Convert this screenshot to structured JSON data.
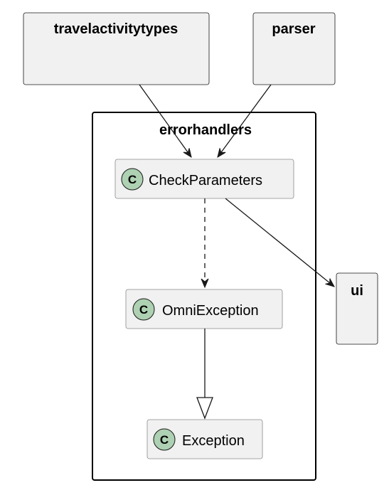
{
  "diagram": {
    "packages": {
      "travelactivitytypes": "travelactivitytypes",
      "parser": "parser",
      "errorhandlers": "errorhandlers",
      "ui": "ui"
    },
    "classes": {
      "check_parameters": "CheckParameters",
      "omni_exception": "OmniException",
      "exception": "Exception"
    },
    "class_stereotype_letter": "C",
    "colors": {
      "package_fill": "#F1F1F1",
      "package_border": "#181818",
      "class_fill": "#F1F1F1",
      "class_border": "#8A8A8A",
      "class_badge": "#ADD1B2",
      "line": "#181818"
    }
  }
}
